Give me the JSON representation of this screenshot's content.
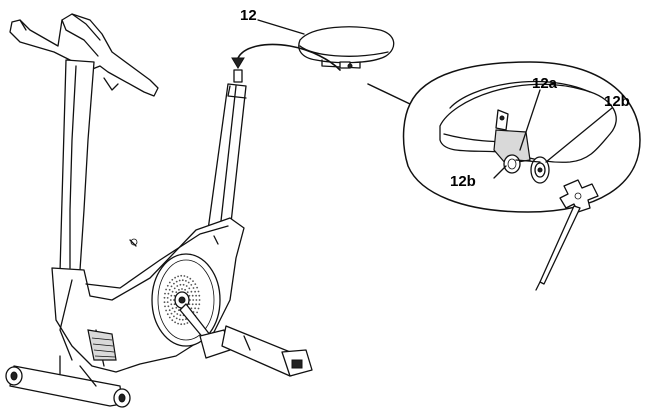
{
  "labels": {
    "part_seat": "12",
    "part_clamp": "12a",
    "part_nut_right": "12b",
    "part_nut_left": "12b"
  }
}
